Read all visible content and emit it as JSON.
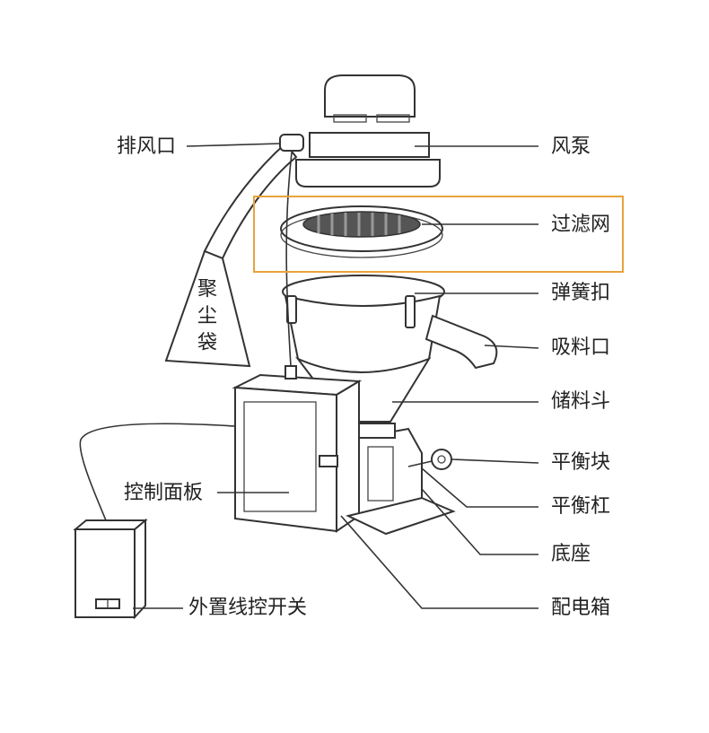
{
  "labels": {
    "exhaust_port": "排风口",
    "fan_pump": "风泵",
    "filter_screen": "过滤网",
    "spring_clip": "弹簧扣",
    "suction_inlet": "吸料口",
    "hopper": "储料斗",
    "dust_bag": "聚尘袋",
    "dust_bag_chars": [
      "聚",
      "尘",
      "袋"
    ],
    "control_panel": "控制面板",
    "balance_block": "平衡块",
    "balance_bar": "平衡杠",
    "base": "底座",
    "distribution_box": "配电箱",
    "external_switch": "外置线控开关"
  },
  "colors": {
    "highlight": "#E8A33C",
    "line": "#333333",
    "text": "#222222"
  }
}
